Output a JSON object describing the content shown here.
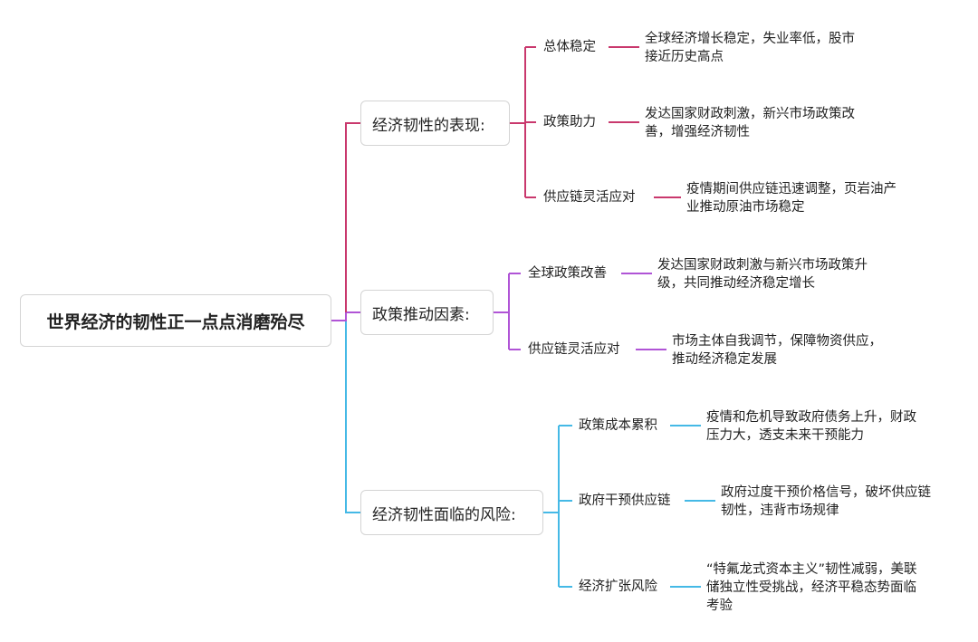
{
  "root": {
    "label": "世界经济的韧性正一点点消磨殆尽"
  },
  "colors": {
    "red": "#c9386d",
    "purple": "#b054d6",
    "blue": "#45b9e6"
  },
  "branches": [
    {
      "label": "经济韧性的表现:",
      "color": "red",
      "children": [
        {
          "label": "总体稳定",
          "detail": [
            "全球经济增长稳定，失业率低，股市",
            "接近历史高点"
          ]
        },
        {
          "label": "政策助力",
          "detail": [
            "发达国家财政刺激，新兴市场政策改",
            "善，增强经济韧性"
          ]
        },
        {
          "label": "供应链灵活应对",
          "detail": [
            "疫情期间供应链迅速调整，页岩油产",
            "业推动原油市场稳定"
          ]
        }
      ]
    },
    {
      "label": "政策推动因素:",
      "color": "purple",
      "children": [
        {
          "label": "全球政策改善",
          "detail": [
            "发达国家财政刺激与新兴市场政策升",
            "级，共同推动经济稳定增长"
          ]
        },
        {
          "label": "供应链灵活应对",
          "detail": [
            "市场主体自我调节，保障物资供应，",
            "推动经济稳定发展"
          ]
        }
      ]
    },
    {
      "label": "经济韧性面临的风险:",
      "color": "blue",
      "children": [
        {
          "label": "政策成本累积",
          "detail": [
            "疫情和危机导致政府债务上升，财政",
            "压力大，透支未来干预能力"
          ]
        },
        {
          "label": "政府干预供应链",
          "detail": [
            "政府过度干预价格信号，破坏供应链",
            "韧性，违背市场规律"
          ]
        },
        {
          "label": "经济扩张风险",
          "detail": [
            "“特氟龙式资本主义”韧性减弱，美联",
            "储独立性受挑战，经济平稳态势面临",
            "考验"
          ]
        }
      ]
    }
  ]
}
